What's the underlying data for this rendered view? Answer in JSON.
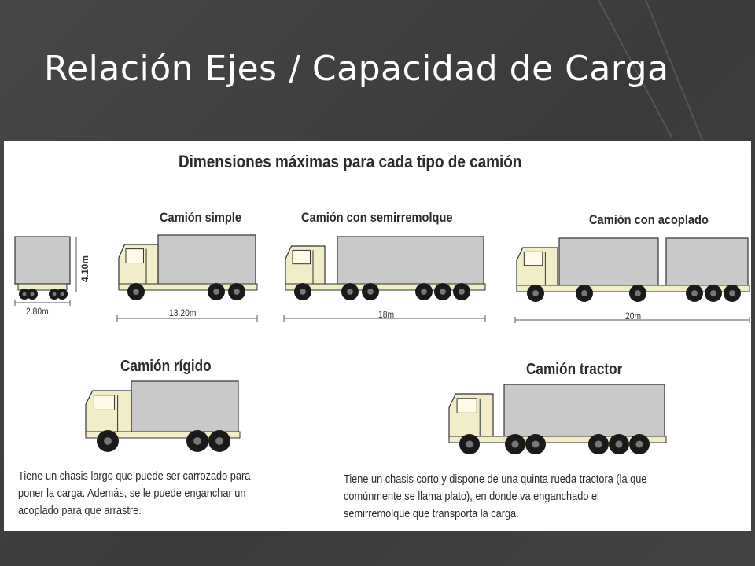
{
  "slide": {
    "title": "Relación Ejes / Capacidad de Carga"
  },
  "figure": {
    "heading": "Dimensiones máximas para cada tipo de camión",
    "width_label": "2.80m",
    "height_label": "4.10m",
    "trucks": [
      {
        "name": "Camión simple",
        "length_label": "13.20m"
      },
      {
        "name": "Camión con semirremolque",
        "length_label": "18m"
      },
      {
        "name": "Camión con acoplado",
        "length_label": "20m"
      }
    ],
    "types": [
      {
        "name": "Camión rígido",
        "description": [
          "Tiene un chasis largo que puede ser carrozado para",
          "poner la carga. Además, se le puede enganchar un",
          "acoplado para que arrastre."
        ]
      },
      {
        "name": "Camión tractor",
        "description": [
          "Tiene un chasis corto y dispone de una quinta rueda tractora (la que",
          "comúnmente se llama plato), en donde va enganchado el",
          "semirremolque que transporta la carga."
        ]
      }
    ],
    "colors": {
      "cab": "#f1edc7",
      "cargo": "#c9c9c9",
      "wheel": "#1a1a1a",
      "outline": "#333333"
    }
  }
}
